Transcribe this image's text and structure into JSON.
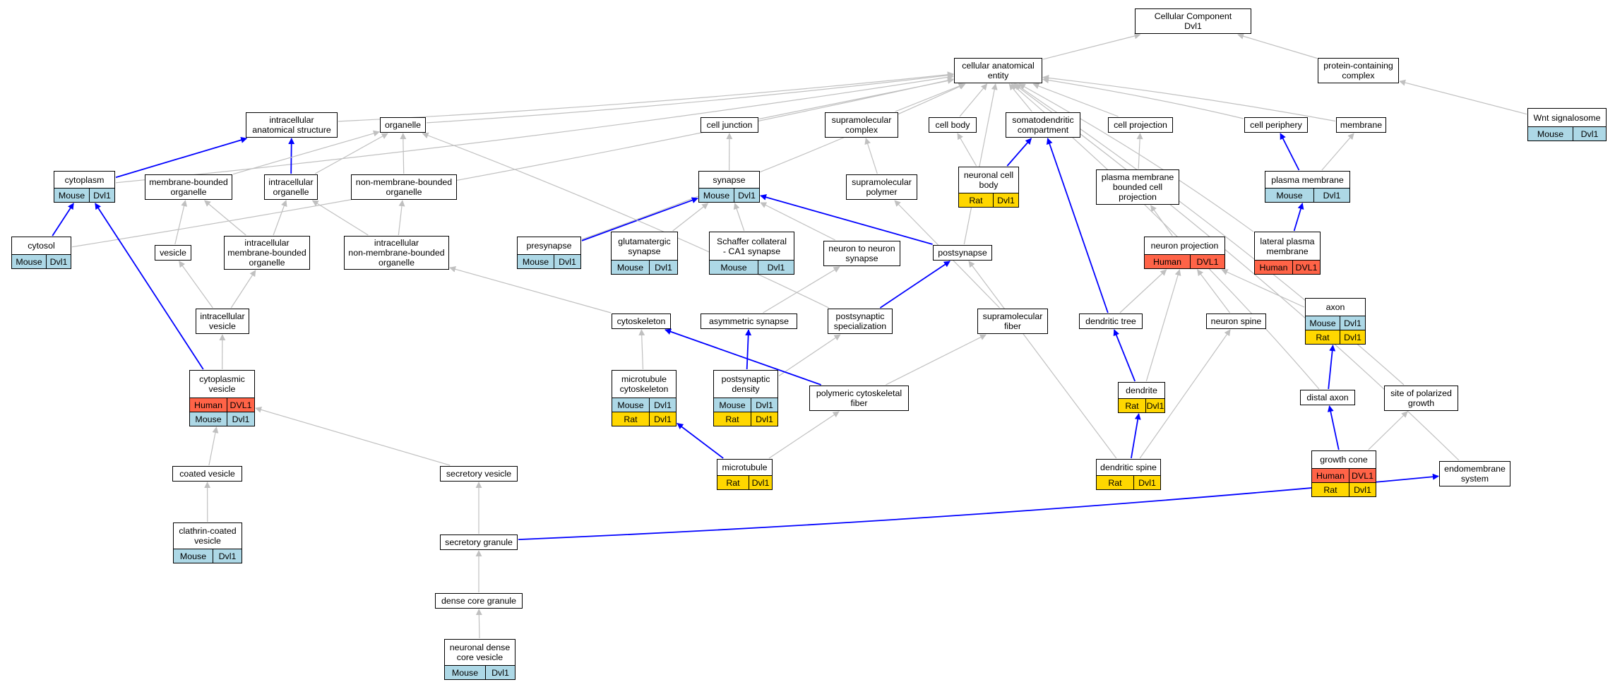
{
  "colors": {
    "edge_default": "#c0c0c0",
    "edge_highlight": "#0000ff",
    "Mouse": "#add8e6",
    "Rat": "#ffd700",
    "Human": "#ff6347"
  },
  "nodes": [
    {
      "id": "cc",
      "label": "Cellular Component\nDvl1"
    },
    {
      "id": "cae",
      "label": "cellular anatomical\nentity"
    },
    {
      "id": "pcc",
      "label": "protein-containing\ncomplex"
    },
    {
      "id": "wnt",
      "label": "Wnt signalosome",
      "species": [
        {
          "org": "Mouse",
          "gene": "Dvl1"
        }
      ]
    },
    {
      "id": "ias",
      "label": "intracellular\nanatomical structure"
    },
    {
      "id": "org",
      "label": "organelle"
    },
    {
      "id": "cj",
      "label": "cell junction"
    },
    {
      "id": "smc",
      "label": "supramolecular\ncomplex"
    },
    {
      "id": "cb",
      "label": "cell body"
    },
    {
      "id": "sdc",
      "label": "somatodendritic\ncompartment"
    },
    {
      "id": "cpj",
      "label": "cell projection"
    },
    {
      "id": "cpe",
      "label": "cell periphery"
    },
    {
      "id": "mem",
      "label": "membrane"
    },
    {
      "id": "cyt",
      "label": "cytoplasm",
      "species": [
        {
          "org": "Mouse",
          "gene": "Dvl1"
        }
      ]
    },
    {
      "id": "mbo",
      "label": "membrane-bounded\norganelle"
    },
    {
      "id": "io",
      "label": "intracellular\norganelle"
    },
    {
      "id": "nmbo",
      "label": "non-membrane-bounded\norganelle"
    },
    {
      "id": "syn",
      "label": "synapse",
      "species": [
        {
          "org": "Mouse",
          "gene": "Dvl1"
        }
      ]
    },
    {
      "id": "smp",
      "label": "supramolecular\npolymer"
    },
    {
      "id": "ncb",
      "label": "neuronal cell\nbody",
      "species": [
        {
          "org": "Rat",
          "gene": "Dvl1"
        }
      ]
    },
    {
      "id": "pmbcp",
      "label": "plasma membrane\nbounded cell\nprojection"
    },
    {
      "id": "pm",
      "label": "plasma membrane",
      "species": [
        {
          "org": "Mouse",
          "gene": "Dvl1"
        }
      ]
    },
    {
      "id": "cytosol",
      "label": "cytosol",
      "species": [
        {
          "org": "Mouse",
          "gene": "Dvl1"
        }
      ]
    },
    {
      "id": "ves",
      "label": "vesicle"
    },
    {
      "id": "imbo",
      "label": "intracellular\nmembrane-bounded\norganelle"
    },
    {
      "id": "inmbo",
      "label": "intracellular\nnon-membrane-bounded\norganelle"
    },
    {
      "id": "pre",
      "label": "presynapse",
      "species": [
        {
          "org": "Mouse",
          "gene": "Dvl1"
        }
      ]
    },
    {
      "id": "glu",
      "label": "glutamatergic\nsynapse",
      "species": [
        {
          "org": "Mouse",
          "gene": "Dvl1"
        }
      ]
    },
    {
      "id": "sch",
      "label": "Schaffer collateral\n- CA1 synapse",
      "species": [
        {
          "org": "Mouse",
          "gene": "Dvl1"
        }
      ]
    },
    {
      "id": "nns",
      "label": "neuron to neuron\nsynapse"
    },
    {
      "id": "post",
      "label": "postsynapse"
    },
    {
      "id": "np",
      "label": "neuron projection",
      "species": [
        {
          "org": "Human",
          "gene": "DVL1"
        }
      ]
    },
    {
      "id": "lpm",
      "label": "lateral plasma\nmembrane",
      "species": [
        {
          "org": "Human",
          "gene": "DVL1"
        }
      ]
    },
    {
      "id": "iv",
      "label": "intracellular\nvesicle"
    },
    {
      "id": "csk",
      "label": "cytoskeleton"
    },
    {
      "id": "as",
      "label": "asymmetric synapse"
    },
    {
      "id": "ps",
      "label": "postsynaptic\nspecialization"
    },
    {
      "id": "smf",
      "label": "supramolecular\nfiber"
    },
    {
      "id": "dt",
      "label": "dendritic tree"
    },
    {
      "id": "nsp",
      "label": "neuron spine"
    },
    {
      "id": "axon",
      "label": "axon",
      "species": [
        {
          "org": "Mouse",
          "gene": "Dvl1"
        },
        {
          "org": "Rat",
          "gene": "Dvl1"
        }
      ]
    },
    {
      "id": "cv",
      "label": "cytoplasmic\nvesicle",
      "species": [
        {
          "org": "Human",
          "gene": "DVL1"
        },
        {
          "org": "Mouse",
          "gene": "Dvl1"
        }
      ]
    },
    {
      "id": "mtc",
      "label": "microtubule\ncytoskeleton",
      "species": [
        {
          "org": "Mouse",
          "gene": "Dvl1"
        },
        {
          "org": "Rat",
          "gene": "Dvl1"
        }
      ]
    },
    {
      "id": "psd",
      "label": "postsynaptic\ndensity",
      "species": [
        {
          "org": "Mouse",
          "gene": "Dvl1"
        },
        {
          "org": "Rat",
          "gene": "Dvl1"
        }
      ]
    },
    {
      "id": "pcf",
      "label": "polymeric cytoskeletal\nfiber"
    },
    {
      "id": "den",
      "label": "dendrite",
      "species": [
        {
          "org": "Rat",
          "gene": "Dvl1"
        }
      ]
    },
    {
      "id": "da",
      "label": "distal axon"
    },
    {
      "id": "spg",
      "label": "site of polarized\ngrowth"
    },
    {
      "id": "cov",
      "label": "coated vesicle"
    },
    {
      "id": "sv",
      "label": "secretory vesicle"
    },
    {
      "id": "mt",
      "label": "microtubule",
      "species": [
        {
          "org": "Rat",
          "gene": "Dvl1"
        }
      ]
    },
    {
      "id": "ds",
      "label": "dendritic spine",
      "species": [
        {
          "org": "Rat",
          "gene": "Dvl1"
        }
      ]
    },
    {
      "id": "gc",
      "label": "growth cone",
      "species": [
        {
          "org": "Human",
          "gene": "DVL1"
        },
        {
          "org": "Rat",
          "gene": "Dvl1"
        }
      ]
    },
    {
      "id": "ems",
      "label": "endomembrane\nsystem"
    },
    {
      "id": "ccv",
      "label": "clathrin-coated\nvesicle",
      "species": [
        {
          "org": "Mouse",
          "gene": "Dvl1"
        }
      ]
    },
    {
      "id": "sg",
      "label": "secretory granule"
    },
    {
      "id": "dcg",
      "label": "dense core granule"
    },
    {
      "id": "ndcv",
      "label": "neuronal dense\ncore vesicle",
      "species": [
        {
          "org": "Mouse",
          "gene": "Dvl1"
        }
      ]
    }
  ],
  "edges": [
    {
      "from": "cae",
      "to": "cc"
    },
    {
      "from": "pcc",
      "to": "cc"
    },
    {
      "from": "wnt",
      "to": "pcc"
    },
    {
      "from": "ias",
      "to": "cae"
    },
    {
      "from": "org",
      "to": "cae"
    },
    {
      "from": "cj",
      "to": "cae"
    },
    {
      "from": "smc",
      "to": "cae"
    },
    {
      "from": "cb",
      "to": "cae"
    },
    {
      "from": "sdc",
      "to": "cae"
    },
    {
      "from": "cpj",
      "to": "cae"
    },
    {
      "from": "cpe",
      "to": "cae"
    },
    {
      "from": "mem",
      "to": "cae"
    },
    {
      "from": "cyt",
      "to": "cae"
    },
    {
      "from": "cytosol",
      "to": "cae"
    },
    {
      "from": "pre",
      "to": "cae"
    },
    {
      "from": "post",
      "to": "cae"
    },
    {
      "from": "lpm",
      "to": "cae"
    },
    {
      "from": "da",
      "to": "cae"
    },
    {
      "from": "spg",
      "to": "cae"
    },
    {
      "from": "ems",
      "to": "cae"
    },
    {
      "from": "cyt",
      "to": "ias",
      "hl": true
    },
    {
      "from": "io",
      "to": "ias",
      "hl": true
    },
    {
      "from": "mbo",
      "to": "org"
    },
    {
      "from": "io",
      "to": "org"
    },
    {
      "from": "nmbo",
      "to": "org"
    },
    {
      "from": "cv",
      "to": "cyt",
      "hl": true
    },
    {
      "from": "cytosol",
      "to": "cyt",
      "hl": true
    },
    {
      "from": "ves",
      "to": "mbo"
    },
    {
      "from": "imbo",
      "to": "mbo"
    },
    {
      "from": "imbo",
      "to": "io"
    },
    {
      "from": "inmbo",
      "to": "io"
    },
    {
      "from": "inmbo",
      "to": "nmbo"
    },
    {
      "from": "syn",
      "to": "cj"
    },
    {
      "from": "pre",
      "to": "syn",
      "hl": true
    },
    {
      "from": "glu",
      "to": "syn"
    },
    {
      "from": "sch",
      "to": "syn"
    },
    {
      "from": "nns",
      "to": "syn"
    },
    {
      "from": "post",
      "to": "syn",
      "hl": true
    },
    {
      "from": "smp",
      "to": "smc"
    },
    {
      "from": "smf",
      "to": "smp"
    },
    {
      "from": "ncb",
      "to": "cb"
    },
    {
      "from": "ncb",
      "to": "sdc",
      "hl": true
    },
    {
      "from": "dt",
      "to": "sdc",
      "hl": true
    },
    {
      "from": "pmbcp",
      "to": "cpj"
    },
    {
      "from": "np",
      "to": "pmbcp"
    },
    {
      "from": "pm",
      "to": "cpe",
      "hl": true
    },
    {
      "from": "pm",
      "to": "mem"
    },
    {
      "from": "lpm",
      "to": "pm",
      "hl": true
    },
    {
      "from": "iv",
      "to": "ves"
    },
    {
      "from": "iv",
      "to": "imbo"
    },
    {
      "from": "cv",
      "to": "iv"
    },
    {
      "from": "csk",
      "to": "inmbo"
    },
    {
      "from": "ps",
      "to": "org"
    },
    {
      "from": "as",
      "to": "nns"
    },
    {
      "from": "ps",
      "to": "post",
      "hl": true
    },
    {
      "from": "psd",
      "to": "as",
      "hl": true
    },
    {
      "from": "psd",
      "to": "ps"
    },
    {
      "from": "dt",
      "to": "np"
    },
    {
      "from": "den",
      "to": "dt",
      "hl": true
    },
    {
      "from": "den",
      "to": "np"
    },
    {
      "from": "nsp",
      "to": "np"
    },
    {
      "from": "axon",
      "to": "np"
    },
    {
      "from": "da",
      "to": "axon",
      "hl": true
    },
    {
      "from": "gc",
      "to": "da",
      "hl": true
    },
    {
      "from": "gc",
      "to": "spg"
    },
    {
      "from": "ds",
      "to": "den",
      "hl": true
    },
    {
      "from": "ds",
      "to": "nsp"
    },
    {
      "from": "ds",
      "to": "post"
    },
    {
      "from": "mtc",
      "to": "csk"
    },
    {
      "from": "pcf",
      "to": "csk",
      "hl": true
    },
    {
      "from": "pcf",
      "to": "smf"
    },
    {
      "from": "mt",
      "to": "mtc",
      "hl": true
    },
    {
      "from": "mt",
      "to": "pcf"
    },
    {
      "from": "cov",
      "to": "cv"
    },
    {
      "from": "sv",
      "to": "cv"
    },
    {
      "from": "ccv",
      "to": "cov"
    },
    {
      "from": "sg",
      "to": "sv"
    },
    {
      "from": "sg",
      "to": "ems",
      "hl": true
    },
    {
      "from": "dcg",
      "to": "sg"
    },
    {
      "from": "ndcv",
      "to": "dcg"
    }
  ]
}
